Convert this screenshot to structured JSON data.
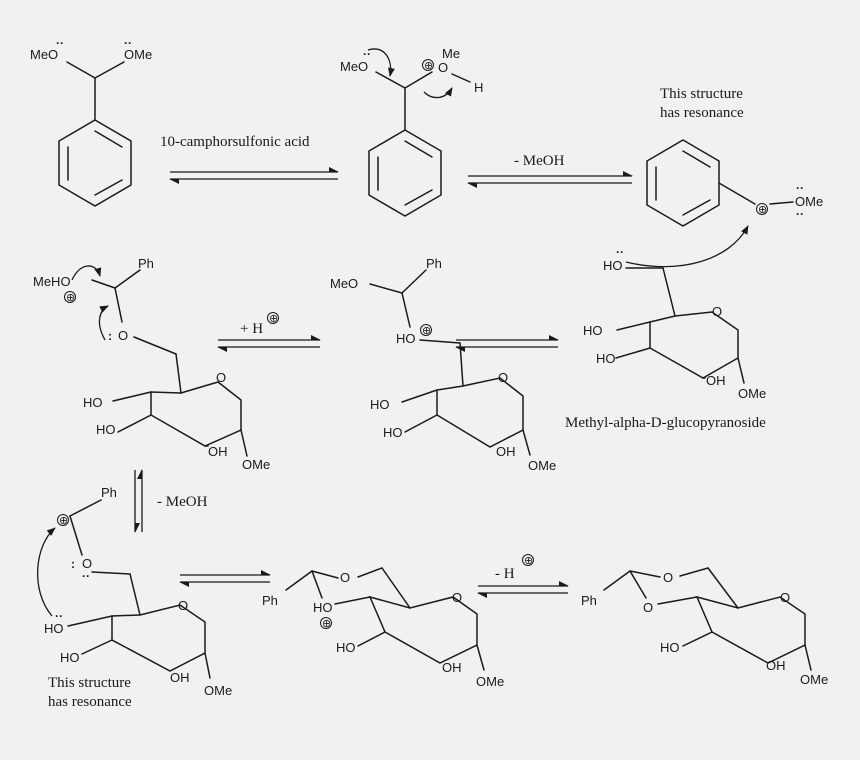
{
  "reagents": {
    "step1": "10-camphorsulfonic acid",
    "step2": "- MeOH",
    "step3": "+ H",
    "step4": "- MeOH",
    "step5": "- H",
    "plus_symbol": "⊕"
  },
  "notes": {
    "resonance_top_line1": "This structure",
    "resonance_top_line2": "has resonance",
    "resonance_bottom_line1": "This structure",
    "resonance_bottom_line2": "has resonance",
    "glucoside_name": "Methyl-alpha-D-glucopyranoside"
  },
  "atoms": {
    "MeO": "MeO",
    "OMe": "OMe",
    "Me": "Me",
    "H": "H",
    "O": "O",
    "Ph": "Ph",
    "HO": "HO",
    "OH": "OH",
    "MeHO": "MeHO",
    "lone_pair": ":",
    "lone_pair_top": "··"
  }
}
